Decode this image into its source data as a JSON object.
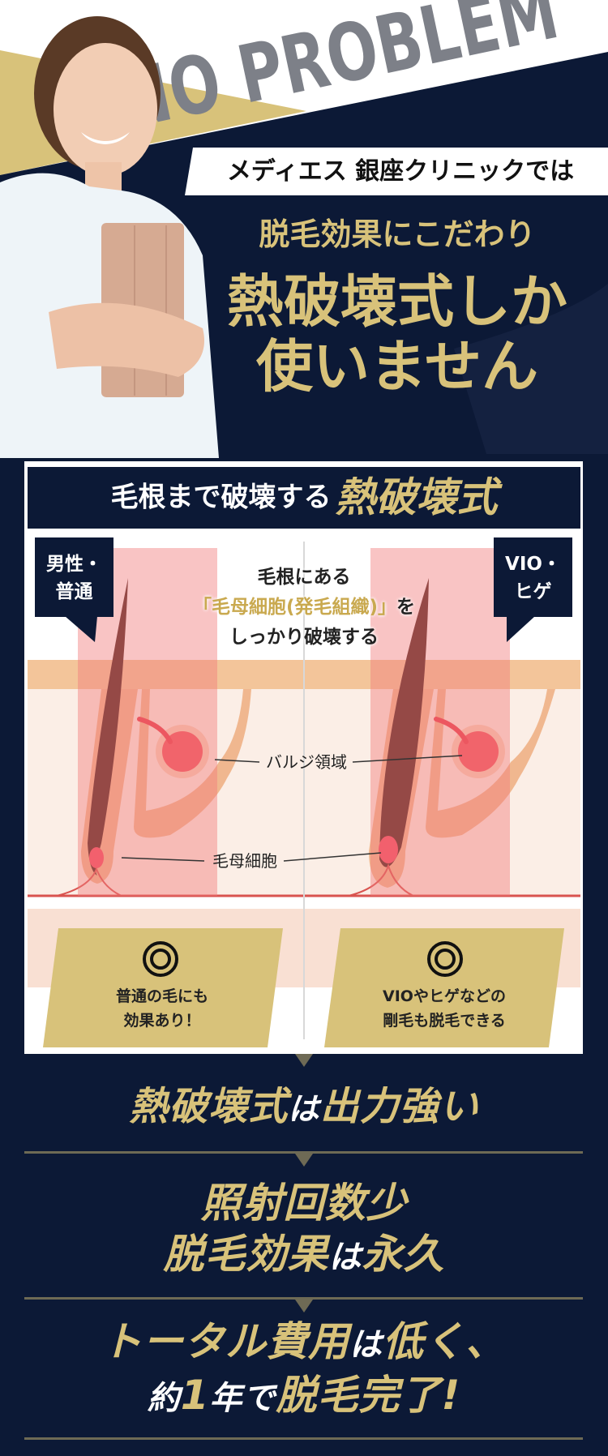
{
  "hero": {
    "watermark": "NO PROBLEM",
    "ribbon": "メディエス 銀座クリニックでは",
    "line1": "脱毛効果にこだわり",
    "line2": "熱破壊式しか",
    "line3": "使いません"
  },
  "panel": {
    "title_prefix": "毛根まで破壊する",
    "title_emph": "熱破壊式",
    "callout_left": [
      "男性・",
      "普通"
    ],
    "callout_right": [
      "VIO・",
      "ヒゲ"
    ],
    "center_text": {
      "line1": "毛根にある",
      "line2_emph": "「毛母細胞(発毛組織)」",
      "line2_rest": "を",
      "line3": "しっかり破壊する"
    },
    "label_bulge": "バルジ領域",
    "label_matrix": "毛母細胞",
    "cards": [
      {
        "icon": "double-circle-icon",
        "lines": [
          "普通の毛にも",
          "効果あり！"
        ]
      },
      {
        "icon": "double-circle-icon",
        "lines": [
          "VIOやヒゲなどの",
          "剛毛も脱毛できる"
        ]
      }
    ]
  },
  "points": [
    {
      "parts": [
        {
          "t": "熱破壊式",
          "c": "gold"
        },
        {
          "t": "は",
          "c": "white"
        },
        {
          "t": "出力強い",
          "c": "gold"
        }
      ]
    },
    {
      "line1": [
        {
          "t": "照射回数少",
          "c": "gold"
        }
      ],
      "line2": [
        {
          "t": "脱毛効果",
          "c": "gold"
        },
        {
          "t": "は",
          "c": "white"
        },
        {
          "t": "永久",
          "c": "gold"
        }
      ]
    },
    {
      "line1": [
        {
          "t": "トータル費用",
          "c": "gold"
        },
        {
          "t": "は",
          "c": "white"
        },
        {
          "t": "低く、",
          "c": "gold"
        }
      ],
      "line2": [
        {
          "t": "約",
          "c": "white"
        },
        {
          "t": "1",
          "c": "gold"
        },
        {
          "t": "年で",
          "c": "white"
        },
        {
          "t": "脱毛完了!",
          "c": "gold"
        }
      ]
    }
  ],
  "colors": {
    "navy": "#0c1936",
    "gold": "#d8c27a",
    "divider": "#6e6a55",
    "watermark": "#7d8088"
  }
}
